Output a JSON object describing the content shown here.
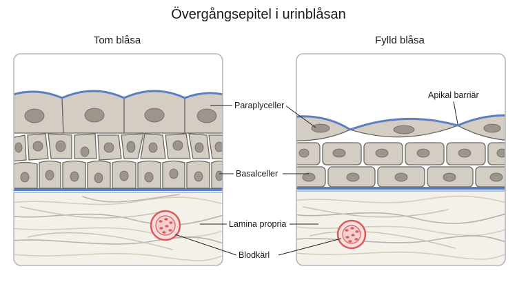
{
  "title": "Övergångsepitel i urinblåsan",
  "panels": {
    "empty": {
      "title": "Tom blåsa"
    },
    "full": {
      "title": "Fylld blåsa"
    }
  },
  "labels": {
    "paraplyceller": "Paraplyceller",
    "basalceller": "Basalceller",
    "lamina_propria": "Lamina propria",
    "blodkarl": "Blodkärl",
    "apikal_barriar": "Apikal barriär"
  },
  "colors": {
    "cell_fill": "#d3cdc4",
    "cell_stroke": "#6a6660",
    "nucleus": "#9d958c",
    "membrane": "#5b7fbf",
    "connective_bg": "#f4f1eb",
    "vessel": "#d85c5c"
  }
}
